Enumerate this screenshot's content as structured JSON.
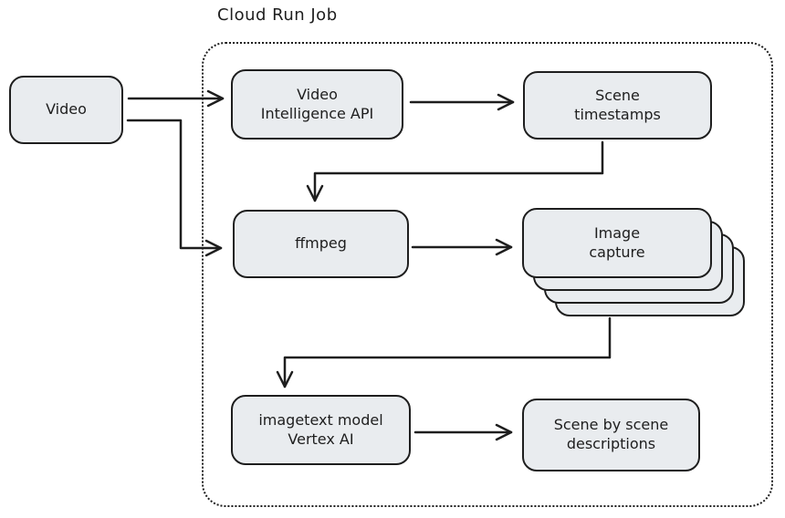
{
  "container": {
    "title": "Cloud Run Job"
  },
  "nodes": {
    "video": {
      "label": "Video"
    },
    "video_intelligence_api": {
      "label": "Video\nIntelligence API"
    },
    "scene_timestamps": {
      "label": "Scene\ntimestamps"
    },
    "ffmpeg": {
      "label": "ffmpeg"
    },
    "image_capture": {
      "label": "Image\ncapture",
      "stack_count": 4
    },
    "imagetext_model": {
      "label": "imagetext model\nVertex AI"
    },
    "scene_descriptions": {
      "label": "Scene by scene\ndescriptions"
    }
  },
  "edges": [
    {
      "from": "video",
      "to": "video_intelligence_api"
    },
    {
      "from": "video",
      "to": "ffmpeg"
    },
    {
      "from": "video_intelligence_api",
      "to": "scene_timestamps"
    },
    {
      "from": "scene_timestamps",
      "to": "ffmpeg"
    },
    {
      "from": "ffmpeg",
      "to": "image_capture"
    },
    {
      "from": "image_capture",
      "to": "imagetext_model"
    },
    {
      "from": "imagetext_model",
      "to": "scene_descriptions"
    }
  ],
  "colors": {
    "node_fill": "#e9ecef",
    "stroke": "#1e1e1e",
    "background": "#ffffff"
  }
}
